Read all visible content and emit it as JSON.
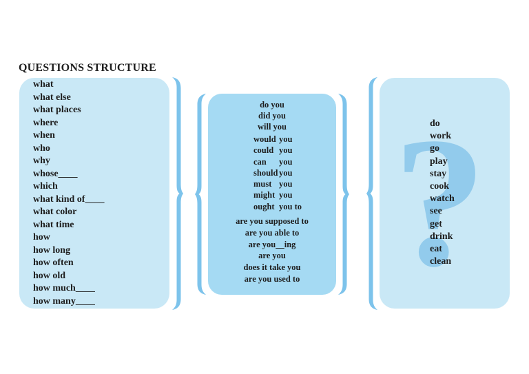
{
  "title": "QUESTIONS STRUCTURE",
  "colors": {
    "background": "#FFFFFF",
    "text": "#1E1E1E",
    "panel_light": "#C9E8F6",
    "panel_mid": "#A5DAF3",
    "brace": "#7DC3EB",
    "question_mark": "#92CBEC"
  },
  "left_panel": {
    "items": [
      "what",
      "what else",
      "what places",
      "where",
      "when",
      "who",
      "why",
      "whose____",
      "which",
      "what kind of____",
      "what color",
      "what time",
      "how",
      "how long",
      "how often",
      "how old",
      "how much____",
      "how many____"
    ]
  },
  "middle_panel": {
    "group1": [
      "do you",
      "did you",
      "will you"
    ],
    "group2": [
      [
        "would",
        "you"
      ],
      [
        "could",
        "you"
      ],
      [
        "can",
        "you"
      ],
      [
        "should",
        "you"
      ],
      [
        "must",
        "you"
      ],
      [
        "might",
        "you"
      ],
      [
        "ought",
        "you to"
      ]
    ],
    "group3": [
      "are you supposed to",
      "are you able to",
      "are you__ing",
      "are you",
      "does it take you",
      "are you used to"
    ]
  },
  "right_panel": {
    "watermark": "?",
    "items": [
      "do",
      "work",
      "go",
      "play",
      "stay",
      "cook",
      "watch",
      "see",
      "get",
      "drink",
      "eat",
      "clean"
    ]
  }
}
